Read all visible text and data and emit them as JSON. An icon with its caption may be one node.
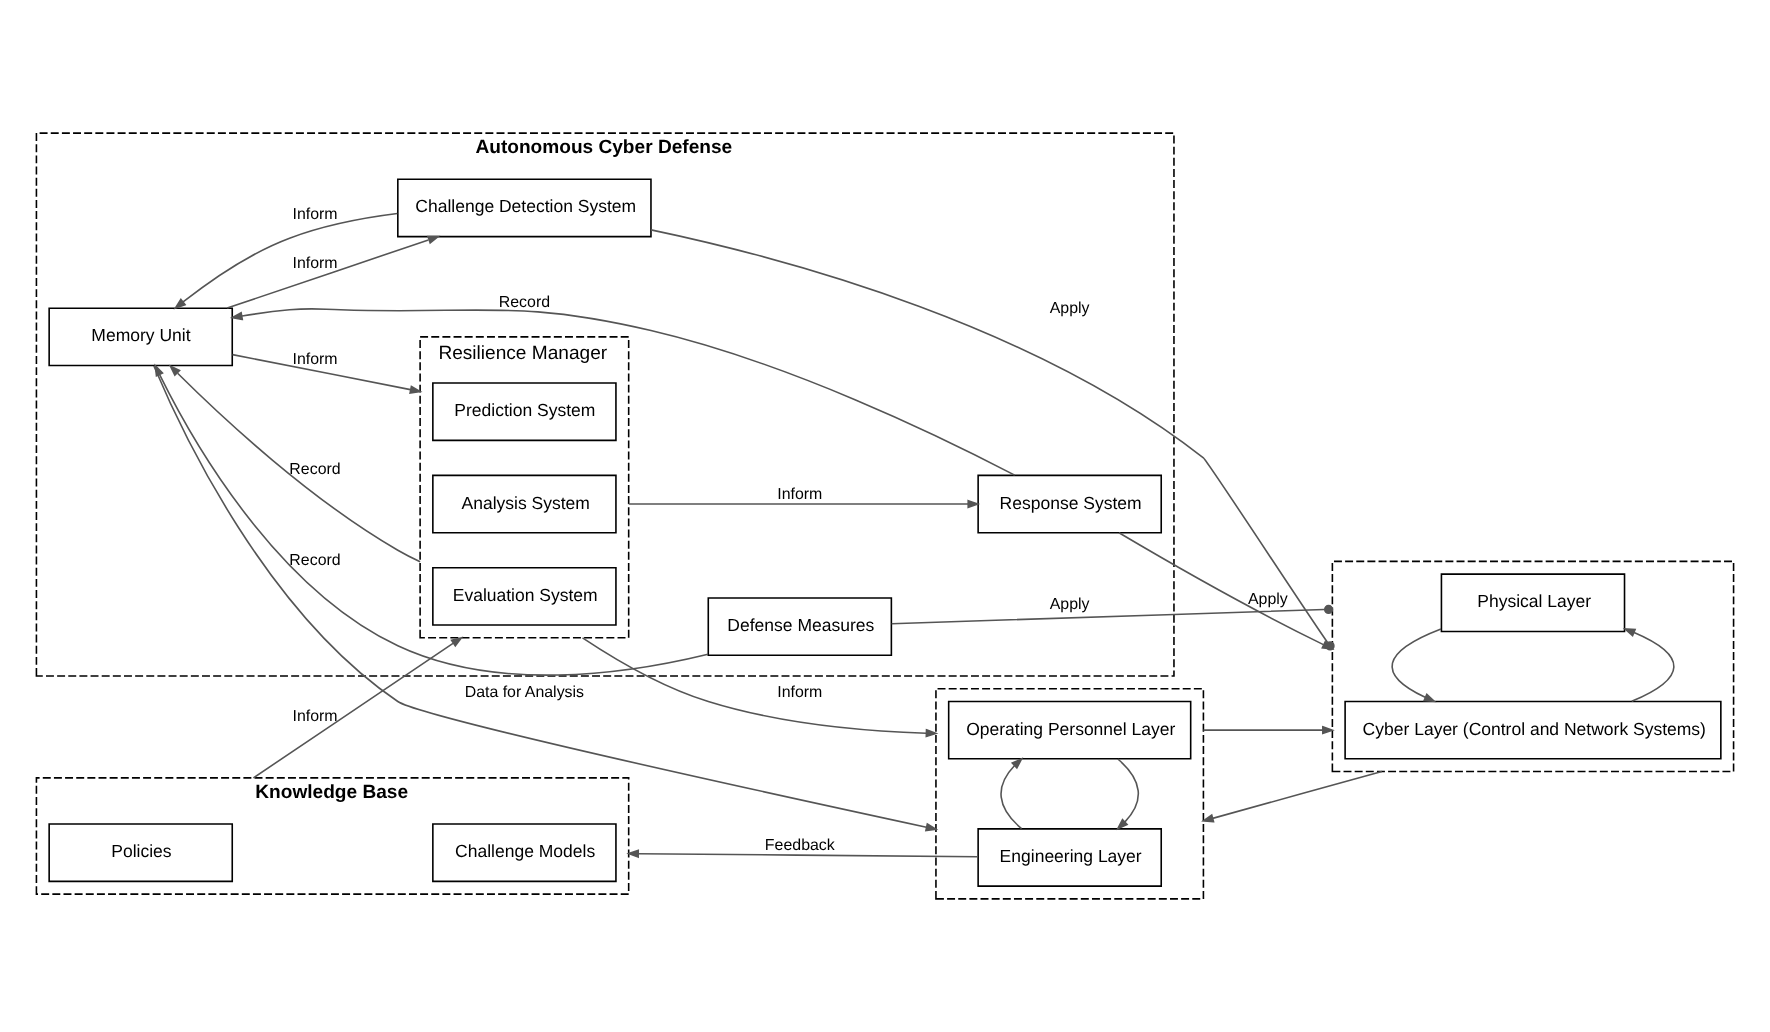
{
  "diagram": {
    "nodes": [
      {
        "text": [
          "Knowledge Base"
        ]
      },
      {
        "text": [
          "Challenge Models"
        ],
        "in": 0
      },
      {
        "text": [
          "Policies"
        ],
        "in": 0
      },
      {
        "text": [],
        "shape": "box"
      },
      {
        "text": [
          "Engineering Layer"
        ],
        "in": 3
      },
      {
        "text": [
          "Operating Personnel Layer"
        ],
        "in": 3
      },
      {
        "text": [
          "Autonomous Cyber Defense"
        ]
      },
      {
        "text": [
          "Memory Unit"
        ],
        "in": 6
      },
      {
        "text": [
          "Resilience Manager"
        ],
        "in": 6
      },
      {
        "text": [
          "Evaluation System"
        ],
        "in": 8
      },
      {
        "text": [
          "Prediction System"
        ],
        "in": 8
      },
      {
        "text": [
          "Analysis System"
        ],
        "in": 8
      },
      {
        "text": [
          "Response System"
        ],
        "in": 6
      },
      {
        "text": [
          "Challenge Detection System"
        ],
        "in": 6
      },
      {
        "text": [
          "Defense Measures"
        ],
        "in": 6
      },
      {
        "text": [],
        "shape": "box"
      },
      {
        "text": [
          "Cyber Layer (Control and Network Systems)"
        ],
        "in": 15
      },
      {
        "text": [
          "Physical Layer"
        ],
        "in": 15
      }
    ],
    "edges": [
      {
        "from": 7,
        "to": 3,
        "arrow": "to",
        "label": "Data for Analysis"
      },
      {
        "from": 4,
        "to": 0,
        "arrow": "to",
        "label": "Feedback"
      },
      {
        "from": 0,
        "to": 8,
        "arrow": "to",
        "label": "Inform"
      },
      {
        "from": 8,
        "to": 7,
        "arrow": "to",
        "label": "Record"
      },
      {
        "from": 7,
        "to": 8,
        "arrow": "to",
        "label": "Inform"
      },
      {
        "from": 8,
        "to": 3,
        "arrow": "to",
        "label": "Inform"
      },
      {
        "from": 5,
        "to": 4,
        "arrow": "to"
      },
      {
        "from": 4,
        "to": 5,
        "arrow": "to"
      },
      {
        "from": 15,
        "to": 3,
        "arrow": "to"
      },
      {
        "from": 3,
        "to": 15,
        "arrow": "to"
      },
      {
        "from": 8,
        "to": 12,
        "arrow": "to",
        "label": "Inform"
      },
      {
        "from": 12,
        "to": 7,
        "arrow": "to",
        "label": "Record"
      },
      {
        "from": 13,
        "to": 7,
        "arrow": "to",
        "label": "Inform"
      },
      {
        "from": 7,
        "to": 13,
        "arrow": "to",
        "label": "Inform"
      },
      {
        "from": 14,
        "to": 7,
        "arrow": "to",
        "label": "Record"
      },
      {
        "from": 12,
        "to": 15,
        "arrow": "to",
        "label": "Apply"
      },
      {
        "from": 13,
        "to": 15,
        "arrow": "other",
        "label": "Apply"
      },
      {
        "from": 14,
        "to": 15,
        "arrow": "other",
        "label": "Apply"
      },
      {
        "from": 16,
        "to": 17,
        "arrow": "to"
      },
      {
        "from": 17,
        "to": 16,
        "arrow": "to"
      }
    ]
  }
}
